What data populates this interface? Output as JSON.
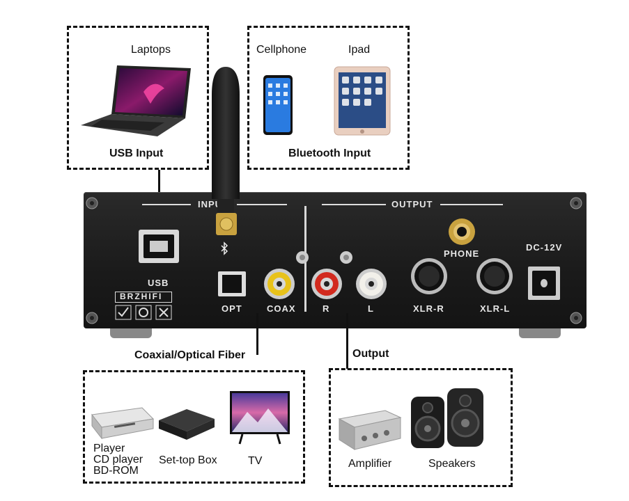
{
  "boxes": {
    "usb": {
      "device": "Laptops",
      "caption": "USB Input"
    },
    "bluetooth": {
      "device_1": "Cellphone",
      "device_2": "Ipad",
      "caption": "Bluetooth Input"
    },
    "coaxial": {
      "caption": "Coaxial/Optical Fiber",
      "player_lines": [
        "Player",
        "CD player",
        "BD-ROM"
      ],
      "settop": "Set-top Box",
      "tv": "TV"
    },
    "output": {
      "caption": "Output",
      "amplifier": "Amplifier",
      "speakers": "Speakers"
    }
  },
  "panel": {
    "input_header": "INPUT",
    "output_header": "OUTPUT",
    "usb": "USB",
    "brand": "BRZHIFI",
    "opt": "OPT",
    "coax": "COAX",
    "r": "R",
    "l": "L",
    "xlr_r": "XLR-R",
    "xlr_l": "XLR-L",
    "phone": "PHONE",
    "dc": "DC-12V"
  },
  "colors": {
    "panel": "#1e1e1e",
    "dash": "#111111",
    "rca_coax": "#e8c21a",
    "rca_r": "#d22a1e",
    "rca_l": "#f2f0ea",
    "gold": "#c9a23f"
  }
}
